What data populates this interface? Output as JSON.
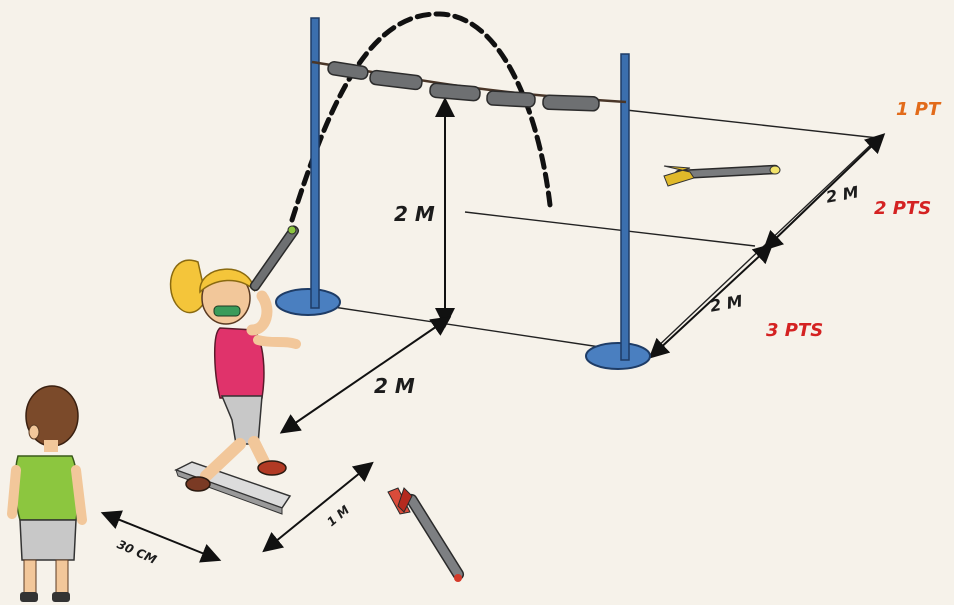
{
  "dimensions": {
    "height_bar": "2 M",
    "throw_distance": "2 M",
    "zone_depth_1": "2 M",
    "zone_depth_2": "2 M",
    "launch_board_length": "1 M",
    "observer_distance": "30 CM"
  },
  "scoring_zones": {
    "far": "1 PT",
    "middle": "2 PTS",
    "near": "3 PTS"
  },
  "colors": {
    "background": "#f6f2ea",
    "pole": "#3b6fae",
    "base": "#4a7fc0",
    "trajectory": "#111111",
    "score_1": "#e26b1a",
    "score_2": "#d42222",
    "score_3": "#d42222",
    "girl_shirt": "#e0336b",
    "boy_shirt": "#8cc63f"
  },
  "icons": {
    "javelin": "foam-javelin-icon",
    "girl": "thrower-girl-icon",
    "boy": "observer-boy-icon"
  }
}
